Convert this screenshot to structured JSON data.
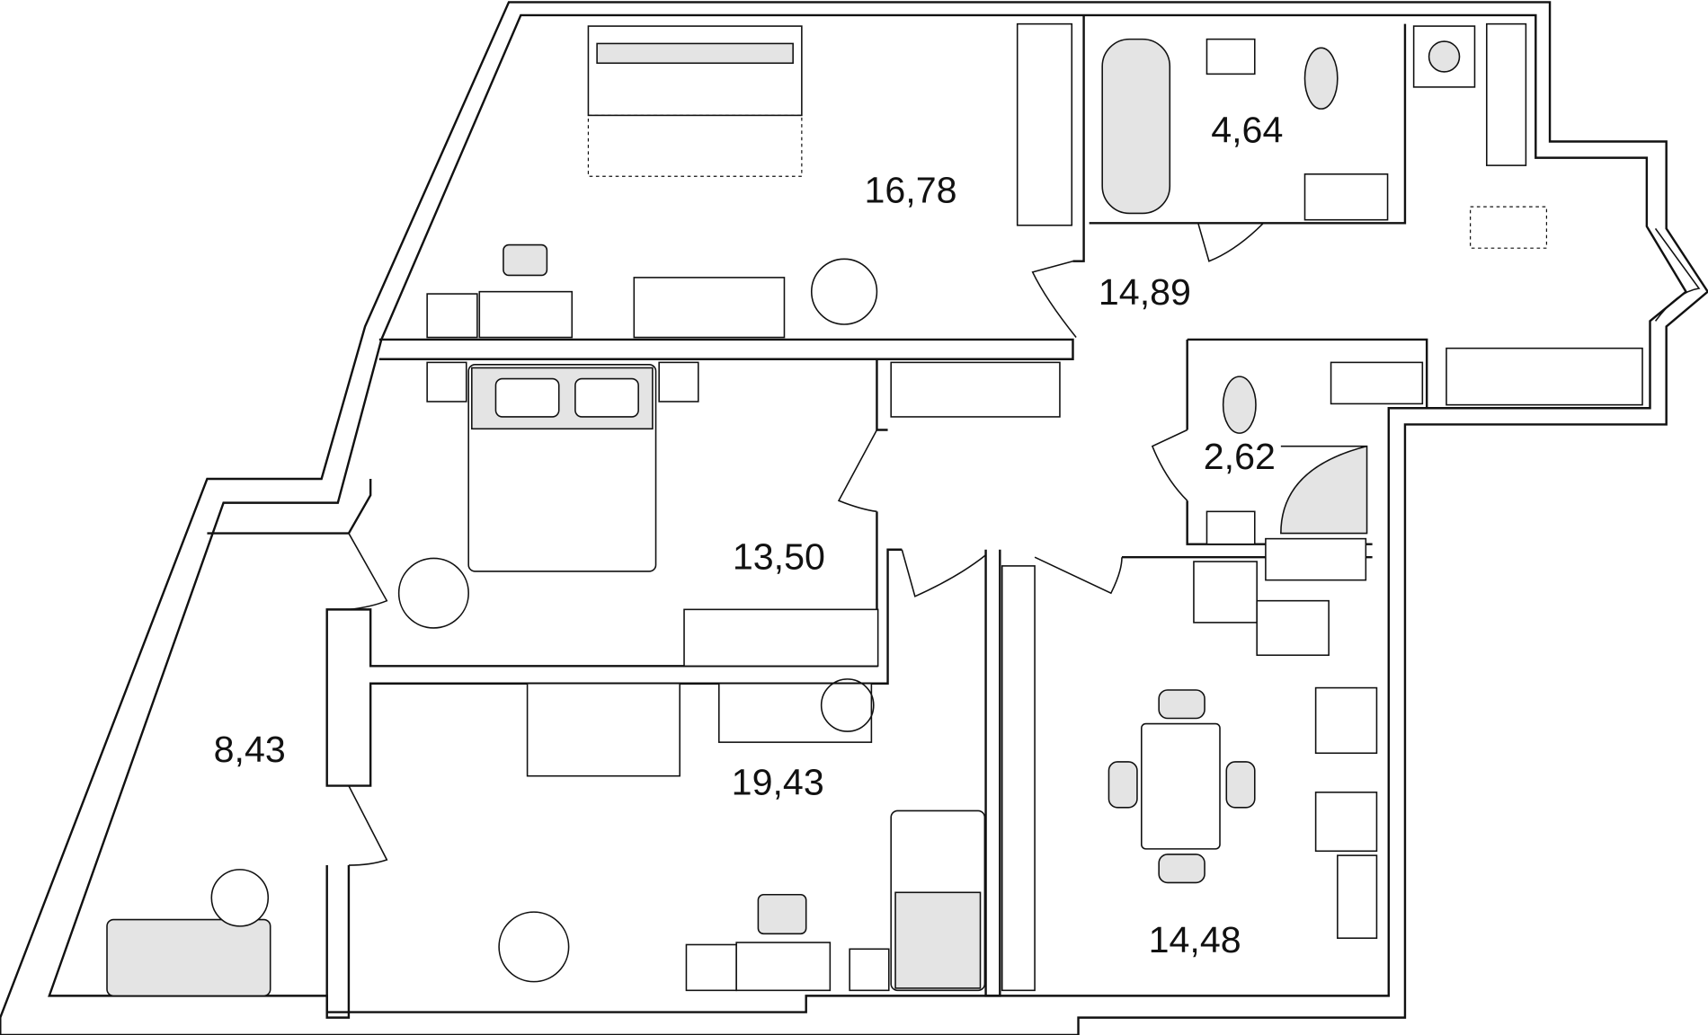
{
  "floor_plan": {
    "rooms": [
      {
        "id": "living-room-top",
        "area": "16,78"
      },
      {
        "id": "bathroom",
        "area": "4,64"
      },
      {
        "id": "hallway",
        "area": "14,89"
      },
      {
        "id": "bedroom",
        "area": "13,50"
      },
      {
        "id": "toilet",
        "area": "2,62"
      },
      {
        "id": "balcony",
        "area": "8,43"
      },
      {
        "id": "living-room-bottom",
        "area": "19,43"
      },
      {
        "id": "kitchen",
        "area": "14,48"
      }
    ],
    "colors": {
      "line": "#111111",
      "fill": "#e4e4e4",
      "background": "#ffffff"
    }
  }
}
